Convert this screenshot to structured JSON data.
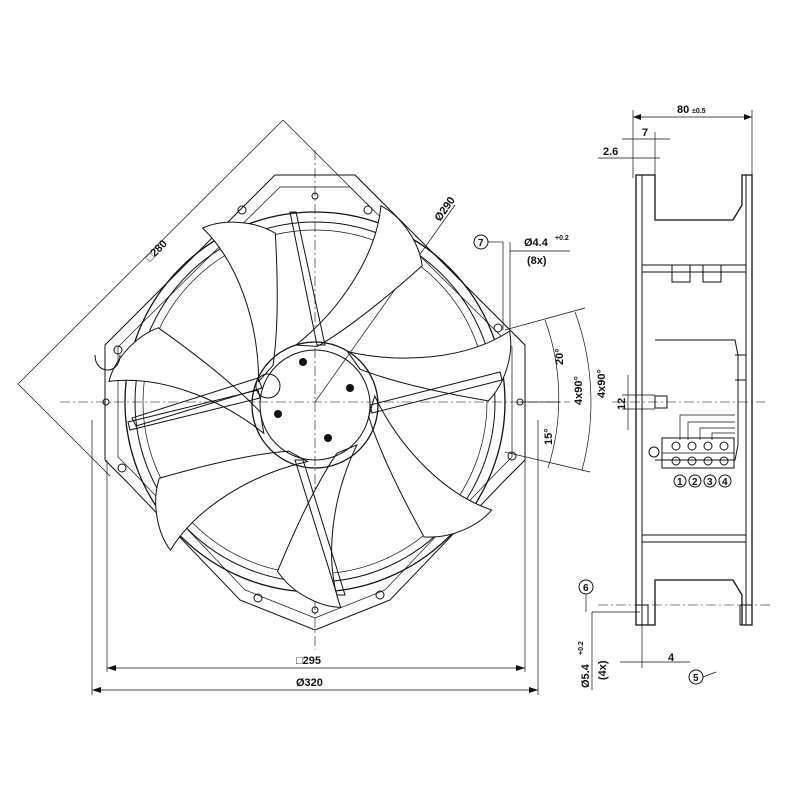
{
  "front_view": {
    "dim_diameter_290": "Ø290",
    "dim_square_280": "□280",
    "dim_square_295": "□295",
    "dim_diameter_320": "Ø320",
    "angle_20": "20°",
    "angle_15": "15°",
    "angle_4x90_inner": "4x90°",
    "angle_4x90_outer": "4x90°",
    "hole_callout": {
      "bubble": "7",
      "diameter": "Ø4.4",
      "tolerance": "+0.2",
      "count": "(8x)"
    }
  },
  "side_view": {
    "dim_width_value": "80",
    "dim_width_tolerance": "±0.5",
    "dim_7": "7",
    "dim_2_6": "2.6",
    "dim_12": "12",
    "dim_4": "4",
    "mount_hole_diameter": "Ø5.4",
    "mount_hole_tolerance": "+0.2",
    "mount_hole_count": "(4x)",
    "bubble_6": "6",
    "bubble_5": "5",
    "terminals": [
      "1",
      "2",
      "3",
      "4"
    ]
  }
}
